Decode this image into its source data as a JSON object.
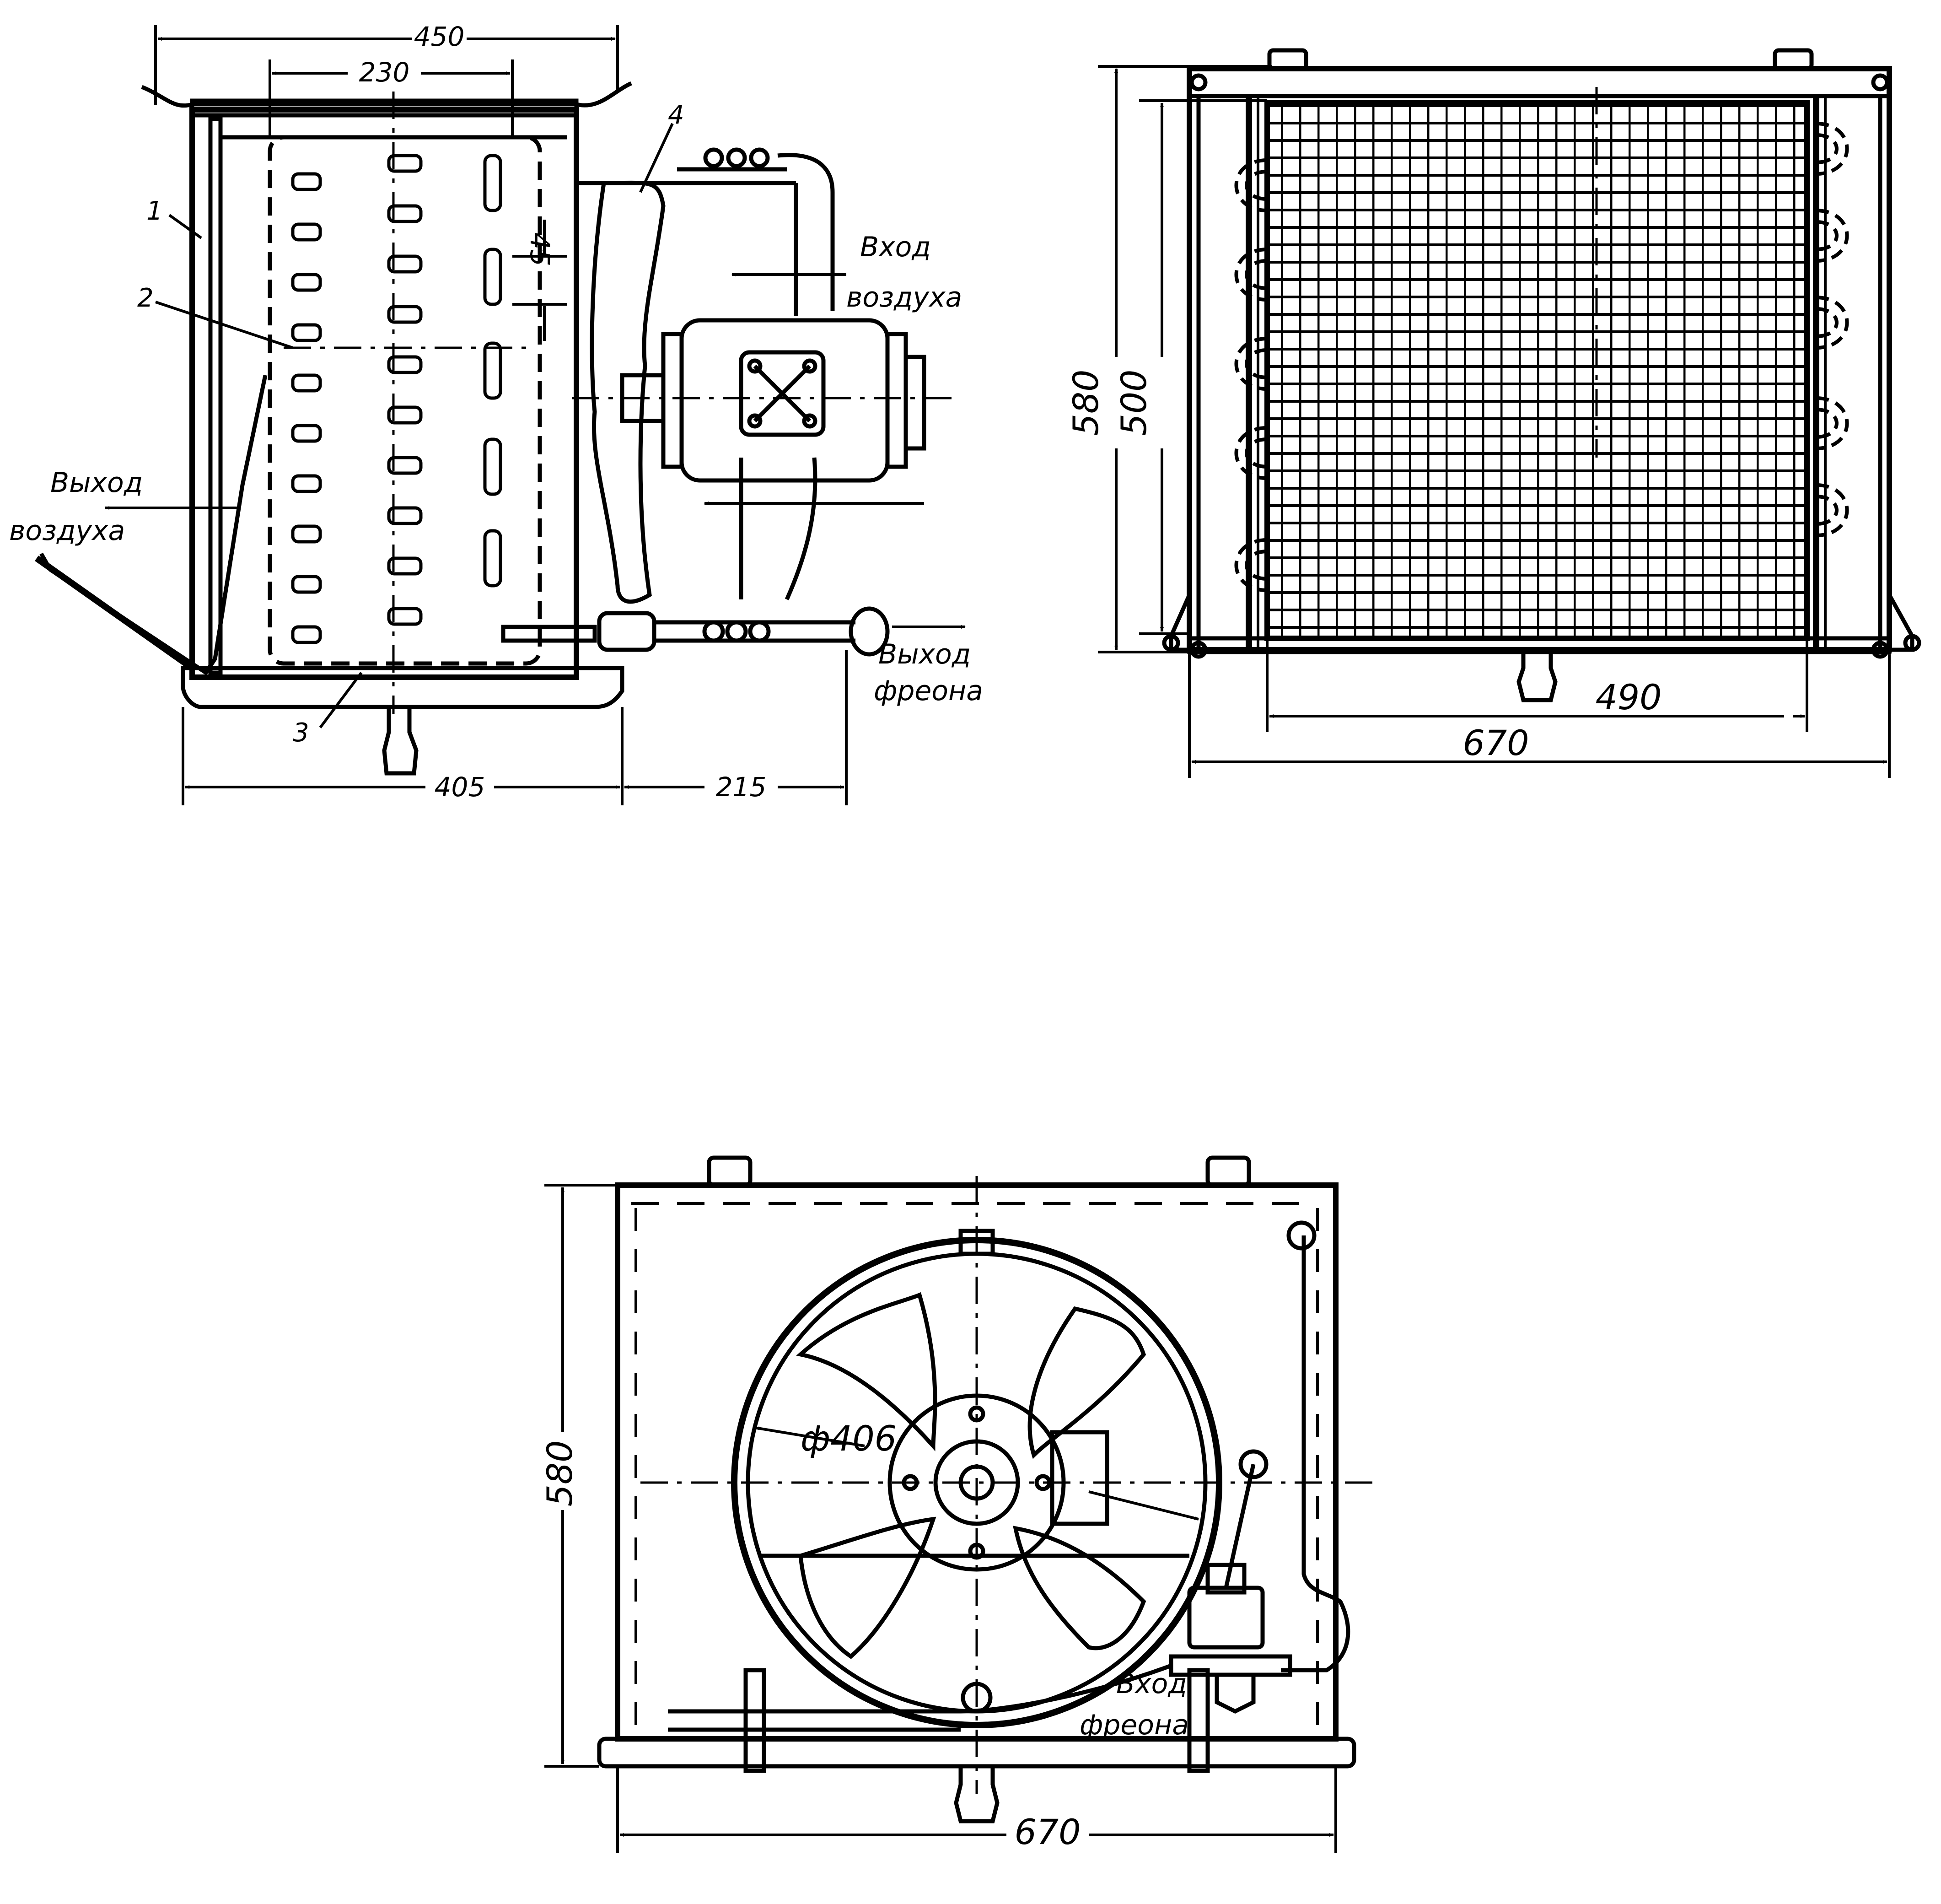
{
  "side_view": {
    "dim_450": "450",
    "dim_230": "230",
    "dim_45": "45",
    "dim_405": "405",
    "dim_215": "215",
    "part_1": "1",
    "part_2": "2",
    "part_3": "3",
    "part_4": "4",
    "air_inlet_line1": "Вход",
    "air_inlet_line2": "воздуха",
    "air_outlet_line1": "Выход",
    "air_outlet_line2": "воздуха",
    "freon_outlet_line1": "Выход",
    "freon_outlet_line2": "фреона"
  },
  "front_view": {
    "dim_580": "580",
    "dim_500": "500",
    "dim_490": "490",
    "dim_670": "670"
  },
  "fan_view": {
    "dim_diameter": "ф406",
    "dim_580": "580",
    "dim_670": "670",
    "freon_inlet_line1": "Вход",
    "freon_inlet_line2": "фреона"
  }
}
